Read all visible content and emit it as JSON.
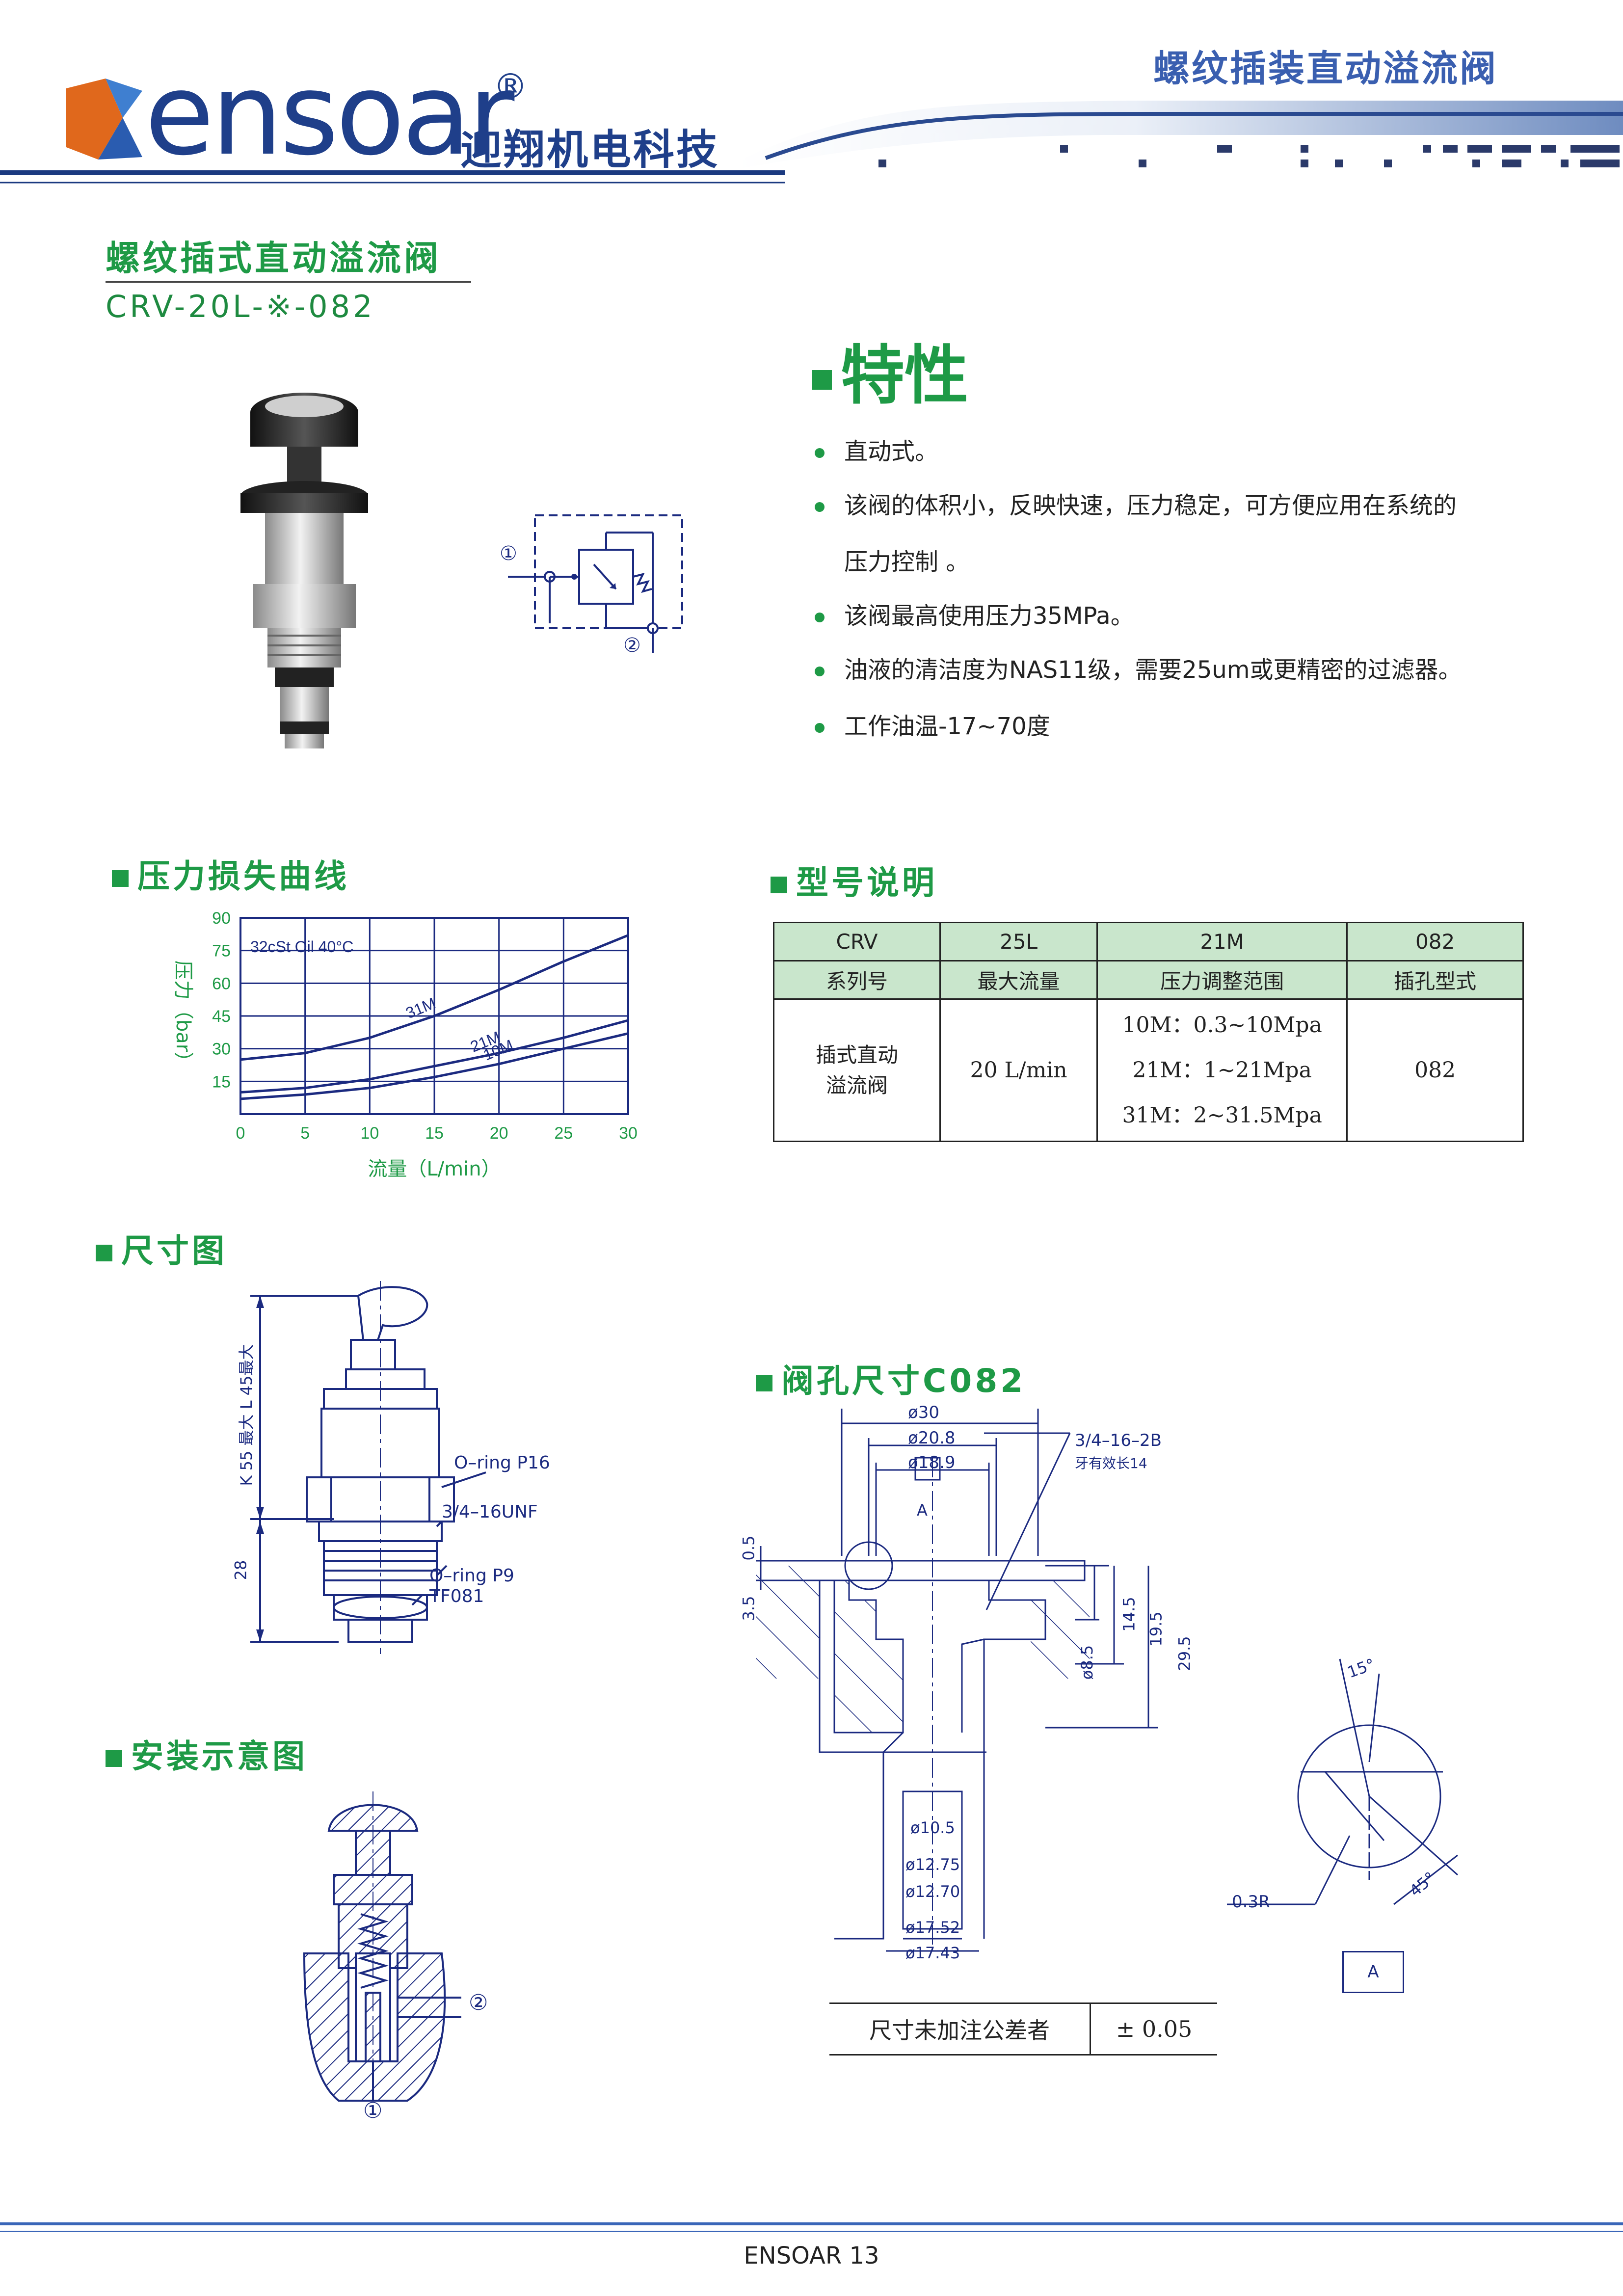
{
  "header": {
    "brand": "ensoar",
    "registered": "®",
    "company": "迎翔机电科技",
    "category": "螺纹插装直动溢流阀"
  },
  "product": {
    "title": "螺纹插式直动溢流阀",
    "model": "CRV-20L-※-082"
  },
  "symbol": {
    "port1": "①",
    "port2": "②"
  },
  "features": {
    "heading": "特性",
    "items": [
      "直动式。",
      "该阀的体积小，反映快速，压力稳定，可方便应用在系统的",
      "压力控制 。",
      "该阀最高使用压力35MPa。",
      "油液的清洁度为NAS11级，需要25um或更精密的过滤器。",
      "工作油温-17~70度"
    ]
  },
  "pressure_section": {
    "heading": "压力损失曲线"
  },
  "chart_data": {
    "type": "line",
    "annotation": "32cSt Oil 40°C",
    "xlabel": "流量（L/min）",
    "ylabel": "压力（bar）",
    "xlim": [
      0,
      30
    ],
    "ylim": [
      0,
      90
    ],
    "x_ticks": [
      "0",
      "5",
      "10",
      "15",
      "20",
      "25",
      "30"
    ],
    "y_ticks": [
      "15",
      "30",
      "45",
      "60",
      "75",
      "90"
    ],
    "grid": true,
    "series": [
      {
        "name": "31M",
        "x": [
          0,
          5,
          10,
          15,
          20,
          25,
          30
        ],
        "y": [
          25,
          28,
          35,
          45,
          57,
          70,
          82
        ]
      },
      {
        "name": "21M",
        "x": [
          0,
          5,
          10,
          15,
          20,
          25,
          30
        ],
        "y": [
          10,
          12,
          16,
          22,
          28,
          35,
          43
        ]
      },
      {
        "name": "10M",
        "x": [
          0,
          5,
          10,
          15,
          20,
          25,
          30
        ],
        "y": [
          7,
          9,
          12,
          17,
          23,
          30,
          37
        ]
      }
    ]
  },
  "model_section": {
    "heading": "型号说明",
    "codes": [
      "CRV",
      "25L",
      "21M",
      "082"
    ],
    "labels": [
      "系列号",
      "最大流量",
      "压力调整范围",
      "插孔型式"
    ],
    "name": "插式直动\n溢流阀",
    "flow": "20 L/min",
    "ranges": [
      "10M：0.3~10Mpa",
      "21M：1~21Mpa",
      "31M：2~31.5Mpa"
    ],
    "cavity": "082"
  },
  "dimension_section": {
    "heading": "尺寸图",
    "labels": {
      "height": "K 55 最大 L 45最大",
      "lower": "28",
      "oring1": "O–ring P16",
      "thread": "3/4–16UNF",
      "oring2": "O–ring P9",
      "tf": "TF081"
    }
  },
  "install_section": {
    "heading": "安装示意图",
    "port1": "①",
    "port2": "②"
  },
  "cavity_section": {
    "heading": "阀孔尺寸C082",
    "labels": {
      "d30": "ø30",
      "d208": "ø20.8",
      "d189": "ø18.9",
      "thread": "3/4–16–2B",
      "thread_len": "牙有效长14",
      "a": "A",
      "h05": "0.5",
      "h35": "3.5",
      "h145": "14.5",
      "h195": "19.5",
      "h295": "29.5",
      "d85": "ø8.5",
      "d105": "ø10.5",
      "d1275": "ø12.75",
      "d1270": "ø12.70",
      "d1752": "ø17.52",
      "d1743": "ø17.43",
      "a15": "15°",
      "a45": "45°",
      "r03": "0.3R",
      "a_box": "A"
    },
    "tolerance_label": "尺寸未加注公差者",
    "tolerance_value": "± 0.05"
  },
  "footer": {
    "text": "ENSOAR  13"
  }
}
